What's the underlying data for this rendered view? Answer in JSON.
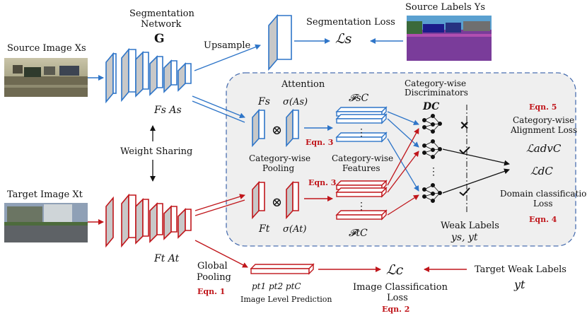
{
  "colors": {
    "source": "#2e75c8",
    "target": "#c0161b",
    "panel_border": "#4a6fb0",
    "panel_fill": "#efefef"
  },
  "labels": {
    "seg_network_line1": "Segmentation",
    "seg_network_line2": "Network",
    "seg_network_symbol": "G",
    "upsample": "Upsample",
    "seg_loss": "Segmentation Loss",
    "seg_loss_symbol": "ℒs",
    "source_labels": "Source Labels Ys",
    "source_image": "Source Image Xs",
    "target_image": "Target Image Xt",
    "weight_sharing": "Weight Sharing",
    "fs_as": "Fs As",
    "ft_at": "Ft At",
    "attention": "Attention",
    "fs": "Fs",
    "sigma_as": "σ(As)",
    "ft": "Ft",
    "sigma_at": "σ(At)",
    "otimes": "⊗",
    "cw_pooling_1": "Category-wise",
    "cw_pooling_2": "Pooling",
    "fsc": "𝓕sC",
    "ftc": "𝓕tC",
    "cw_features_1": "Category-wise",
    "cw_features_2": "Features",
    "cw_disc_1": "Category-wise",
    "cw_disc_2": "Discriminators",
    "dc": "DC",
    "vdots": "⋮",
    "cross": "✕",
    "eqn5": "Eqn. 5",
    "cw_align_1": "Category-wise",
    "cw_align_2": "Alignment Loss",
    "ladv": "ℒadvC",
    "ld": "ℒdC",
    "domain_cls_1": "Domain classification",
    "domain_cls_2": "Loss",
    "eqn4": "Eqn. 4",
    "eqn3_top": "Eqn. 3",
    "eqn3_bottom": "Eqn. 3",
    "weak_labels": "Weak Labels",
    "ys_yt": "ys, yt",
    "global_pooling_1": "Global",
    "global_pooling_2": "Pooling",
    "eqn1": "Eqn. 1",
    "p_labels": "pt1 pt2 ptC",
    "image_level_prediction": "Image Level Prediction",
    "lc": "ℒc",
    "img_cls_1": "Image Classification",
    "img_cls_2": "Loss",
    "eqn2": "Eqn. 2",
    "target_weak_labels": "Target Weak Labels",
    "yt": "yt"
  }
}
